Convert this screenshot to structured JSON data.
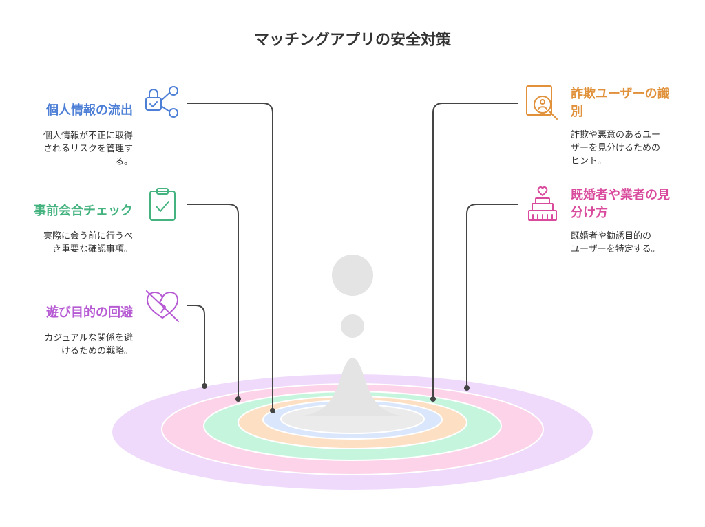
{
  "title": "マッチングアプリの安全対策",
  "items_left": [
    {
      "heading": "個人情報の流出",
      "desc": [
        "個人情報が不正に取得",
        "されるリスクを管理す",
        "る。"
      ],
      "color": "#4d7fd6",
      "icon": "lock-share-icon"
    },
    {
      "heading": "事前会合チェック",
      "desc": [
        "実際に会う前に行うべ",
        "き重要な確認事項。"
      ],
      "color": "#44b37f",
      "icon": "clipboard-check-icon"
    },
    {
      "heading": "遊び目的の回避",
      "desc": [
        "カジュアルな関係を避",
        "けるための戦略。"
      ],
      "color": "#b65ad4",
      "icon": "broken-heart-icon"
    }
  ],
  "items_right": [
    {
      "heading": [
        "詐欺ユーザーの識",
        "別"
      ],
      "desc": [
        "詐欺や悪意のあるユー",
        "ザーを見分けるための",
        "ヒント。"
      ],
      "color": "#e0913a",
      "icon": "fraud-search-icon"
    },
    {
      "heading": [
        "既婚者や業者の見",
        "分け方"
      ],
      "desc": [
        "既婚者や勧誘目的の",
        "ユーザーを特定する。"
      ],
      "color": "#d9499c",
      "icon": "wedding-cake-icon"
    }
  ],
  "colors": {
    "ring_outer": "#efdafc",
    "ring_pink": "#fcd3e8",
    "ring_green": "#c6f5de",
    "ring_orange": "#fde0c3",
    "ring_blue": "#dae6fb",
    "center": "#ebebeb",
    "drop": "#e4e4e4",
    "line": "#444444"
  }
}
